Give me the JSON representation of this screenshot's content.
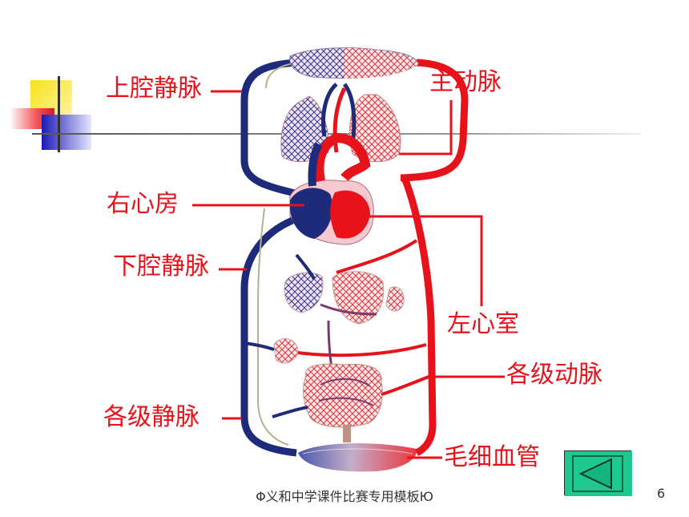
{
  "labels": {
    "superior_vena_cava": "上腔静脉",
    "aorta": "主动脉",
    "right_atrium": "右心房",
    "inferior_vena_cava": "下腔静脉",
    "left_ventricle": "左心室",
    "arteries": "各级动脉",
    "veins": "各级静脉",
    "capillaries": "毛细血管"
  },
  "footer": {
    "text": "Φ义和中学课件比赛专用模板Ю",
    "page_number": "6"
  },
  "colors": {
    "label": "#e8121a",
    "artery": "#e8121a",
    "vein": "#1e2a7a",
    "nav_button": "#1fc98e"
  },
  "nav": {
    "icon": "triangle-left-icon"
  }
}
